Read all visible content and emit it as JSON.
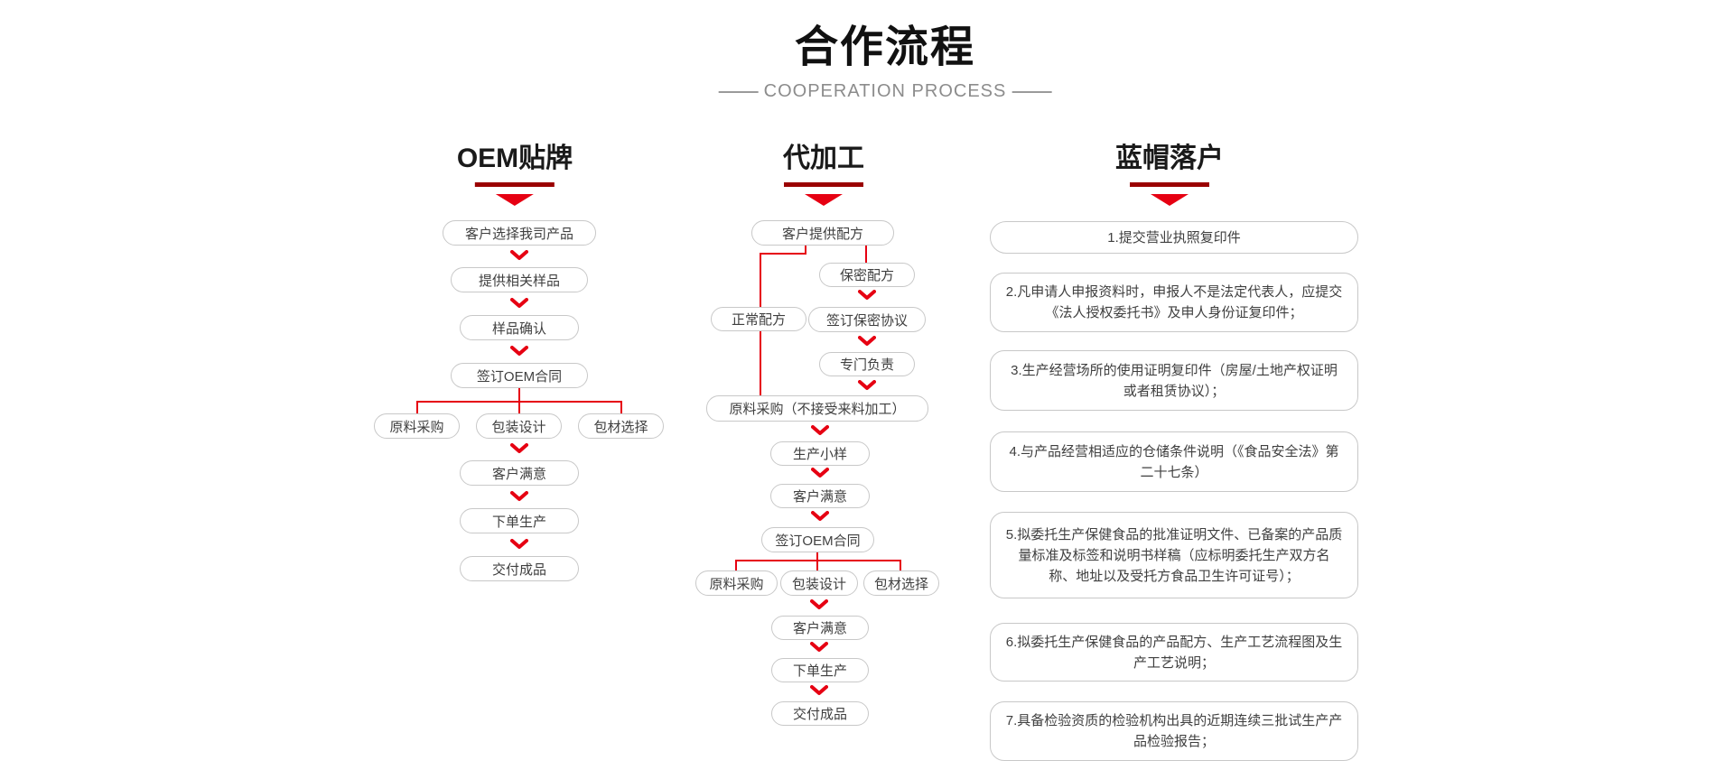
{
  "header": {
    "title": "合作流程",
    "subtitle": "COOPERATION PROCESS"
  },
  "colors": {
    "accent_red": "#e60012",
    "underline_dark_red": "#9a0000",
    "box_border_gray": "#c8c8c8",
    "subtitle_gray": "#8c8c8c"
  },
  "oem": {
    "title": "OEM贴牌",
    "steps": [
      "客户选择我司产品",
      "提供相关样品",
      "样品确认",
      "签订OEM合同"
    ],
    "branch": [
      "原料采购",
      "包装设计",
      "包材选择"
    ],
    "tail": [
      "客户满意",
      "下单生产",
      "交付成品"
    ]
  },
  "processing": {
    "title": "代加工",
    "start": "客户提供配方",
    "normal": "正常配方",
    "secret": [
      "保密配方",
      "签订保密协议",
      "专门负责"
    ],
    "merge": "原料采购（不接受来料加工）",
    "mid": [
      "生产小样",
      "客户满意",
      "签订OEM合同"
    ],
    "branch": [
      "原料采购",
      "包装设计",
      "包材选择"
    ],
    "tail": [
      "客户满意",
      "下单生产",
      "交付成品"
    ]
  },
  "bluecap": {
    "title": "蓝帽落户",
    "items": [
      "1.提交营业执照复印件",
      "2.凡申请人申报资料时，申报人不是法定代表人，应提交《法人授权委托书》及申人身份证复印件；",
      "3.生产经营场所的使用证明复印件（房屋/土地产权证明或者租赁协议）；",
      "4.与产品经营相适应的仓储条件说明（《食品安全法》第二十七条）",
      "5.拟委托生产保健食品的批准证明文件、已备案的产品质量标准及标签和说明书样稿（应标明委托生产双方名称、地址以及受托方食品卫生许可证号）；",
      "6.拟委托生产保健食品的产品配方、生产工艺流程图及生产工艺说明；",
      "7.具备检验资质的检验机构出具的近期连续三批试生产产品检验报告；"
    ]
  }
}
